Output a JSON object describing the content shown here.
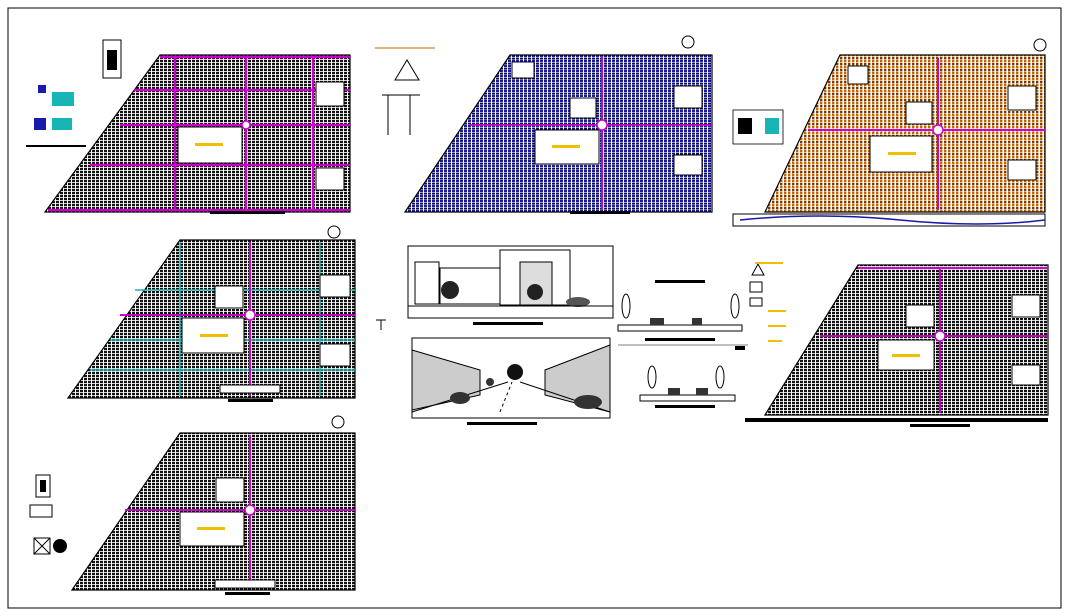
{
  "drawing": {
    "title": "",
    "plans": [
      {
        "id": "plan-1",
        "theme": "street-grid",
        "tag": ""
      },
      {
        "id": "plan-2",
        "theme": "blue-network",
        "tag": ""
      },
      {
        "id": "plan-3",
        "theme": "orange-lots",
        "tag": ""
      },
      {
        "id": "plan-4",
        "theme": "cyan-network",
        "tag": ""
      },
      {
        "id": "plan-5",
        "theme": "lot-layout",
        "tag": ""
      },
      {
        "id": "plan-6",
        "theme": "lot-layout-red",
        "tag": ""
      }
    ],
    "sections": {
      "elevation_label": "",
      "street_view_label": "",
      "road_section_label": ""
    },
    "colors": {
      "frame": "#000000",
      "road_magenta": "#cc00cc",
      "network_blue": "#1a1aaa",
      "network_cyan": "#19b5b5",
      "lot_orange": "#c86400",
      "label_yellow": "#f0c000",
      "lot_black": "#222222"
    }
  }
}
